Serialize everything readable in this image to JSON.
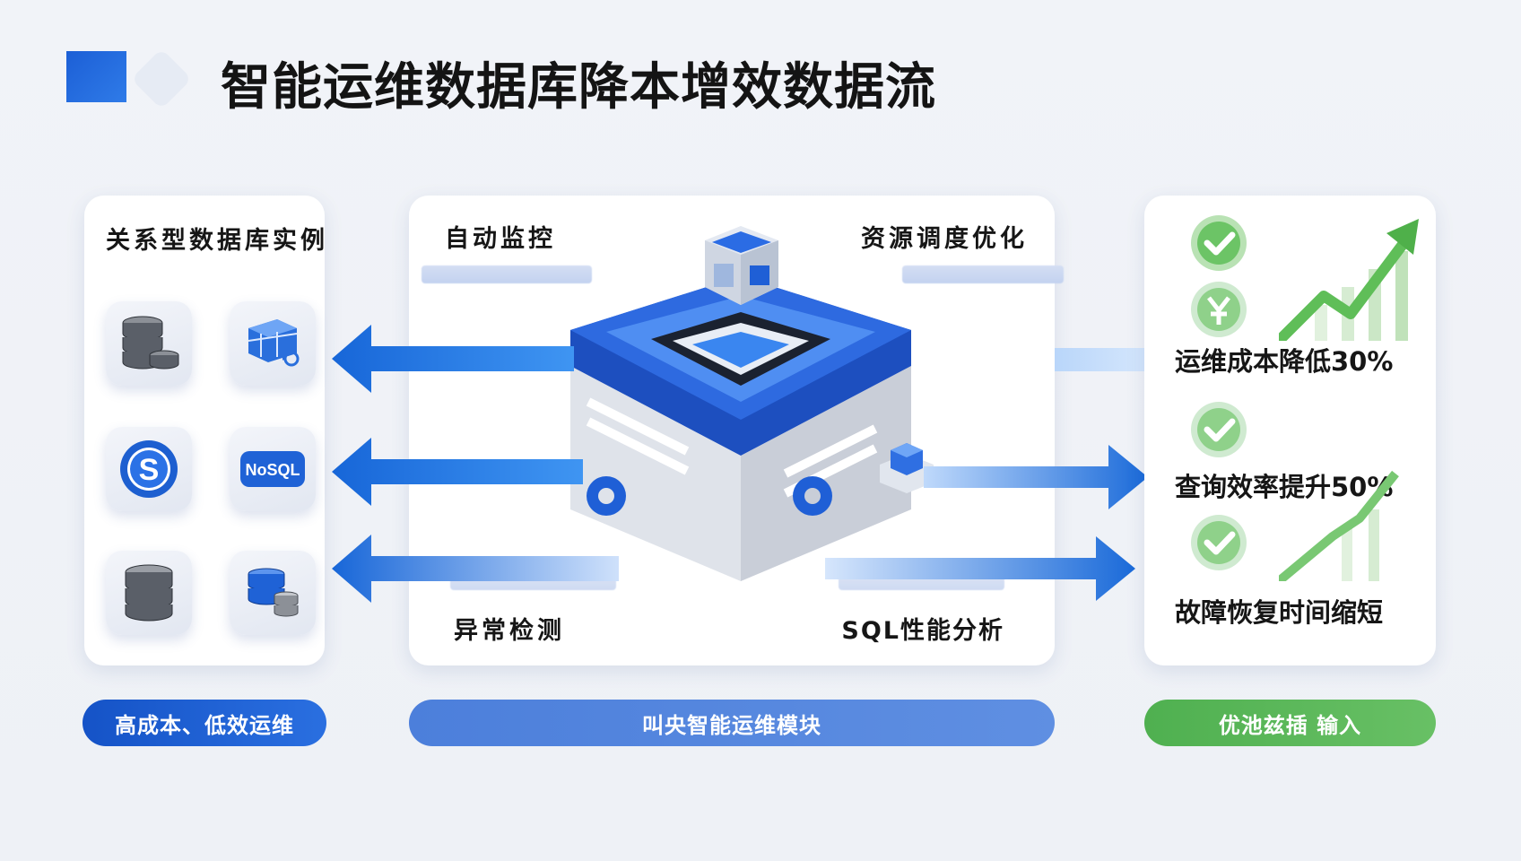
{
  "page": {
    "title": "智能运维数据库降本增效数据流"
  },
  "left": {
    "heading": "关系型数据库实例",
    "tiles": [
      {
        "icon": "database-stack-icon"
      },
      {
        "icon": "blue-table-icon"
      },
      {
        "icon": "s-badge-icon",
        "text": "S"
      },
      {
        "icon": "nosql-icon",
        "text": "NoSQL"
      },
      {
        "icon": "gray-database-icon"
      },
      {
        "icon": "blue-database-icon"
      }
    ],
    "pill": "高成本、低效运维"
  },
  "middle": {
    "labels": {
      "top_left": "自动监控",
      "top_right": "资源调度优化",
      "bottom_left": "异常检测",
      "bottom_right": "SQL性能分析"
    },
    "pill": "叫央智能运维模块"
  },
  "right": {
    "metrics": [
      {
        "label": "运维成本降低30%"
      },
      {
        "label": "查询效率提升50%"
      },
      {
        "label": "故障恢复时间缩短"
      }
    ],
    "pill": "优池兹插 输入"
  },
  "colors": {
    "accent_blue": "#1c64d8",
    "accent_green": "#4fb050",
    "mid_pill": "#5585dd"
  }
}
